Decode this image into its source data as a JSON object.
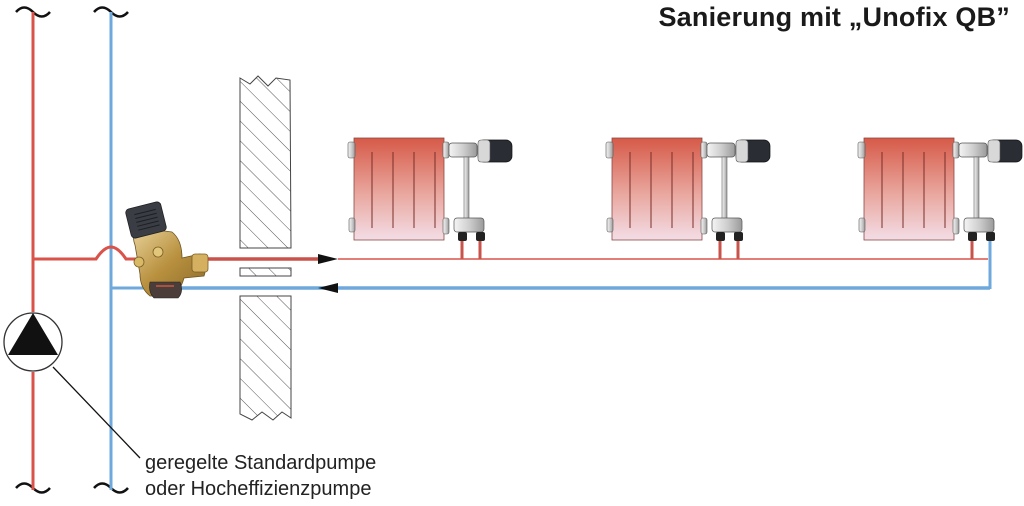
{
  "title": "Sanierung mit „Unofix QB”",
  "caption": {
    "line1": "geregelte Standardpumpe",
    "line2": "oder Hocheffizienzpumpe"
  },
  "colors": {
    "supply": "#d9534a",
    "return": "#6fa8dc",
    "radiator_top": "#d9604f",
    "radiator_bottom": "#f1d8e2",
    "valve_brass": "#c9a24a",
    "thermostat_head": "#2a2d33"
  },
  "components": {
    "supply_riser": "supply-riser",
    "return_riser": "return-riser",
    "pump": "circulation-pump",
    "valve": "Unofix QB valve",
    "wall": "wall-section",
    "radiators": [
      {
        "id": "radiator-1"
      },
      {
        "id": "radiator-2"
      },
      {
        "id": "radiator-3"
      }
    ]
  },
  "flow_direction": {
    "supply": "right",
    "return": "left"
  }
}
